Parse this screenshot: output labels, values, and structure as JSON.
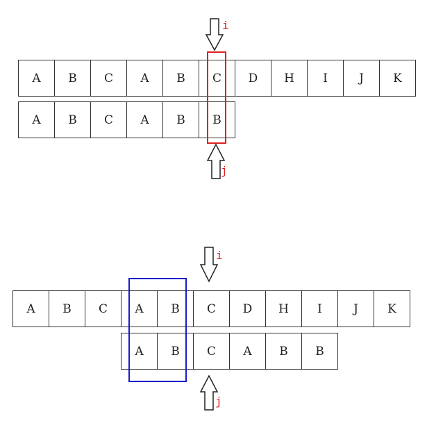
{
  "colors": {
    "pointer_label": "#e02020",
    "mismatch_box": "#e02020",
    "match_box": "#1a1acc"
  },
  "diagram1": {
    "text_row": [
      "A",
      "B",
      "C",
      "A",
      "B",
      "C",
      "D",
      "H",
      "I",
      "J",
      "K"
    ],
    "pattern_row": [
      "A",
      "B",
      "C",
      "A",
      "B",
      "B"
    ],
    "pointer_i": {
      "label": "i",
      "icon": "down-arrow-icon"
    },
    "pointer_j": {
      "label": "j",
      "icon": "up-arrow-icon"
    }
  },
  "diagram2": {
    "text_row": [
      "A",
      "B",
      "C",
      "A",
      "B",
      "C",
      "D",
      "H",
      "I",
      "J",
      "K"
    ],
    "pattern_row": [
      "A",
      "B",
      "C",
      "A",
      "B",
      "B"
    ],
    "pointer_i": {
      "label": "i",
      "icon": "down-arrow-icon"
    },
    "pointer_j": {
      "label": "j",
      "icon": "up-arrow-icon"
    }
  }
}
